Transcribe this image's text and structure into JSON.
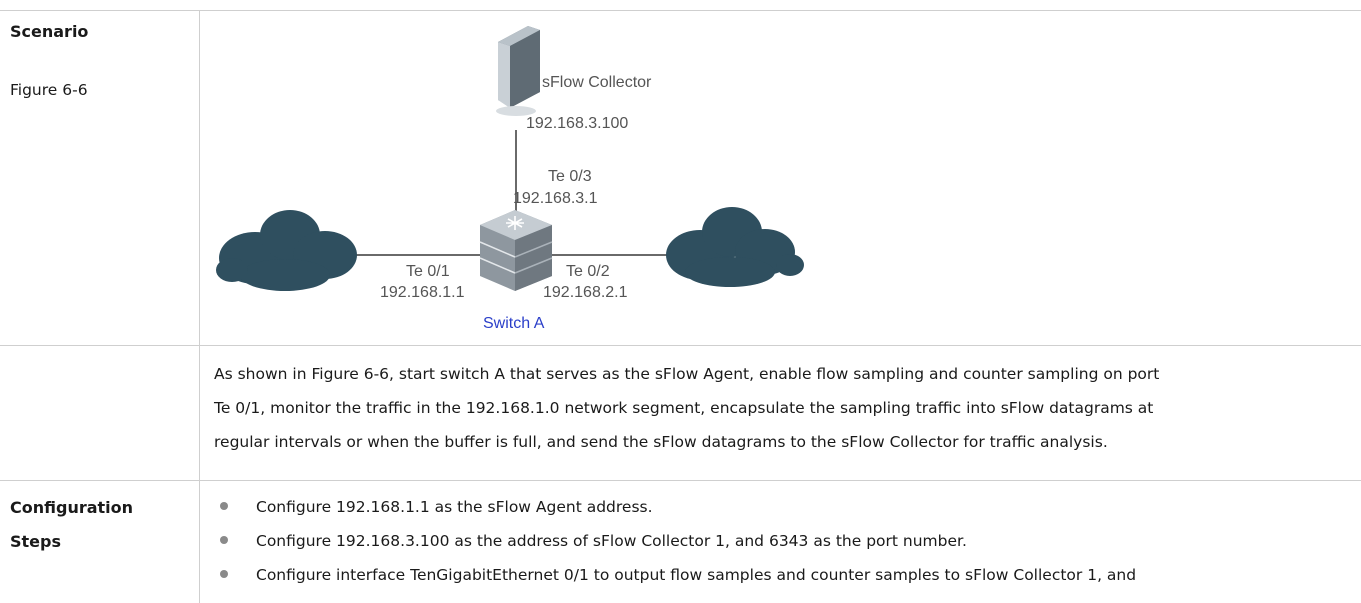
{
  "rows": {
    "scenario": {
      "header": "Scenario",
      "figure_ref": "Figure 6-6"
    },
    "description": {
      "lines": [
        "As shown in Figure 6-6, start switch A that serves as the sFlow Agent, enable flow sampling and counter sampling on port",
        "Te 0/1, monitor the traffic in the 192.168.1.0 network segment, encapsulate the sampling traffic into sFlow datagrams at",
        "regular intervals or when the buffer is full, and send the sFlow datagrams to the sFlow Collector for traffic analysis."
      ]
    },
    "config": {
      "header_line1": "Configuration",
      "header_line2": "Steps",
      "steps": [
        "Configure 192.168.1.1 as the sFlow Agent address.",
        "Configure 192.168.3.100 as the address of sFlow Collector 1, and 6343 as the port number.",
        "Configure interface TenGigabitEthernet 0/1 to output flow samples and counter samples to sFlow Collector 1, and"
      ]
    }
  },
  "diagram": {
    "collector_name": "sFlow Collector",
    "collector_ip": "192.168.3.100",
    "port_up": "Te 0/3",
    "port_up_ip": "192.168.3.1",
    "port_left": "Te 0/1",
    "port_left_ip": "192.168.1.1",
    "port_right": "Te 0/2",
    "port_right_ip": "192.168.2.1",
    "switch_name": "Switch A",
    "colors": {
      "cloud": "#2f4f5f",
      "switch": "#9aa3ad",
      "label": "#555555",
      "switch_label": "#2b3fc9"
    }
  }
}
